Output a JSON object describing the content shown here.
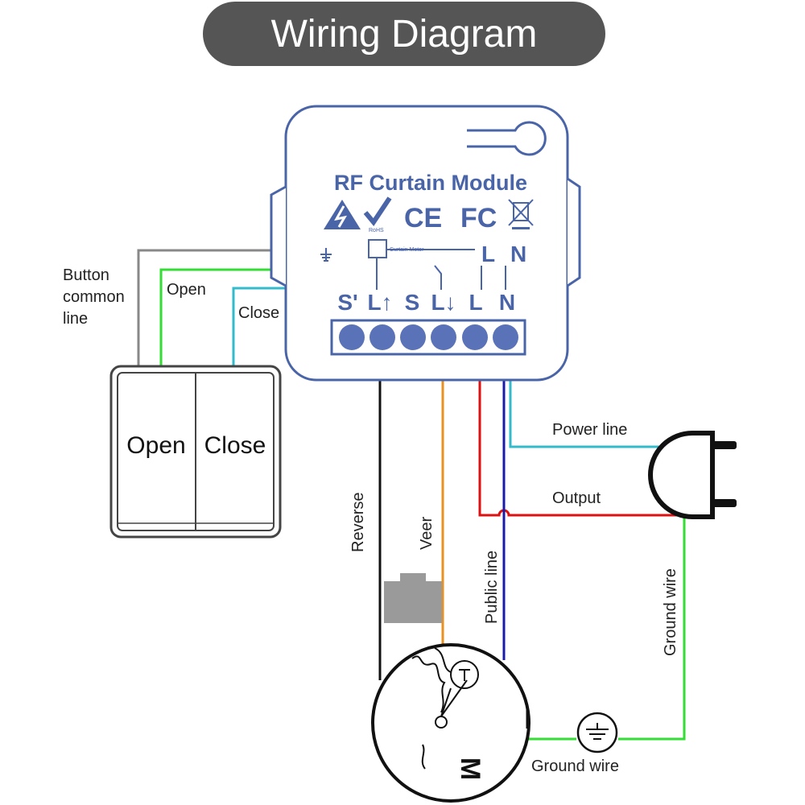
{
  "title": "Wiring Diagram",
  "module": {
    "name": "RF Curtain Module",
    "rohs_mark": "RoHS",
    "ce_mark": "CE",
    "fcc_mark": "FC",
    "inner_label": "Curtain Motor",
    "top_terminals": [
      "L",
      "N"
    ],
    "terminals": [
      "S'",
      "L↑",
      "S",
      "L↓",
      "L",
      "N"
    ]
  },
  "switch": {
    "open_label": "Open",
    "close_label": "Close"
  },
  "wires": {
    "button_common": [
      "Button",
      "common",
      "line"
    ],
    "open": "Open",
    "close": "Close",
    "power_line": "Power line",
    "output": "Output",
    "reverse": "Reverse",
    "veer": "Veer",
    "public_line": "Public line",
    "ground_wire_vertical": "Ground wire",
    "ground_wire_bottom": "Ground wire"
  },
  "motor": {
    "label": "M"
  },
  "colors": {
    "module_blue": "#4a64a8",
    "terminal_fill": "#5a73b8",
    "gray_wire": "#888888",
    "green_wire": "#33dd33",
    "cyan_wire": "#33bbcc",
    "black_wire": "#111111",
    "orange_wire": "#e89020",
    "red_wire": "#dd1111",
    "blue_wire": "#1a1aa8"
  }
}
